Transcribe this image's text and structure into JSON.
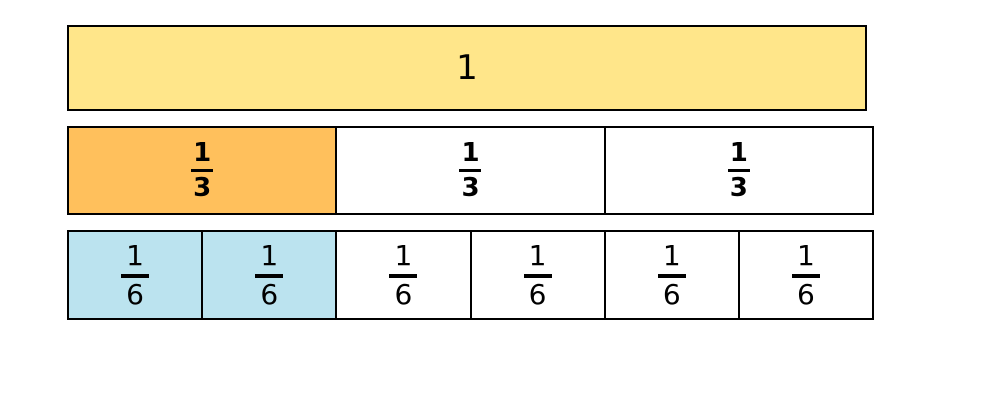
{
  "whole": {
    "label": "1",
    "color": "#FFE68A"
  },
  "thirds": {
    "count": 3,
    "shaded": 1,
    "shade_color": "#FFC05C",
    "items": [
      {
        "numerator": "1",
        "denominator": "3"
      },
      {
        "numerator": "1",
        "denominator": "3"
      },
      {
        "numerator": "1",
        "denominator": "3"
      }
    ]
  },
  "sixths": {
    "count": 6,
    "shaded": 2,
    "shade_color": "#BBE3EF",
    "items": [
      {
        "numerator": "1",
        "denominator": "6"
      },
      {
        "numerator": "1",
        "denominator": "6"
      },
      {
        "numerator": "1",
        "denominator": "6"
      },
      {
        "numerator": "1",
        "denominator": "6"
      },
      {
        "numerator": "1",
        "denominator": "6"
      },
      {
        "numerator": "1",
        "denominator": "6"
      }
    ]
  }
}
